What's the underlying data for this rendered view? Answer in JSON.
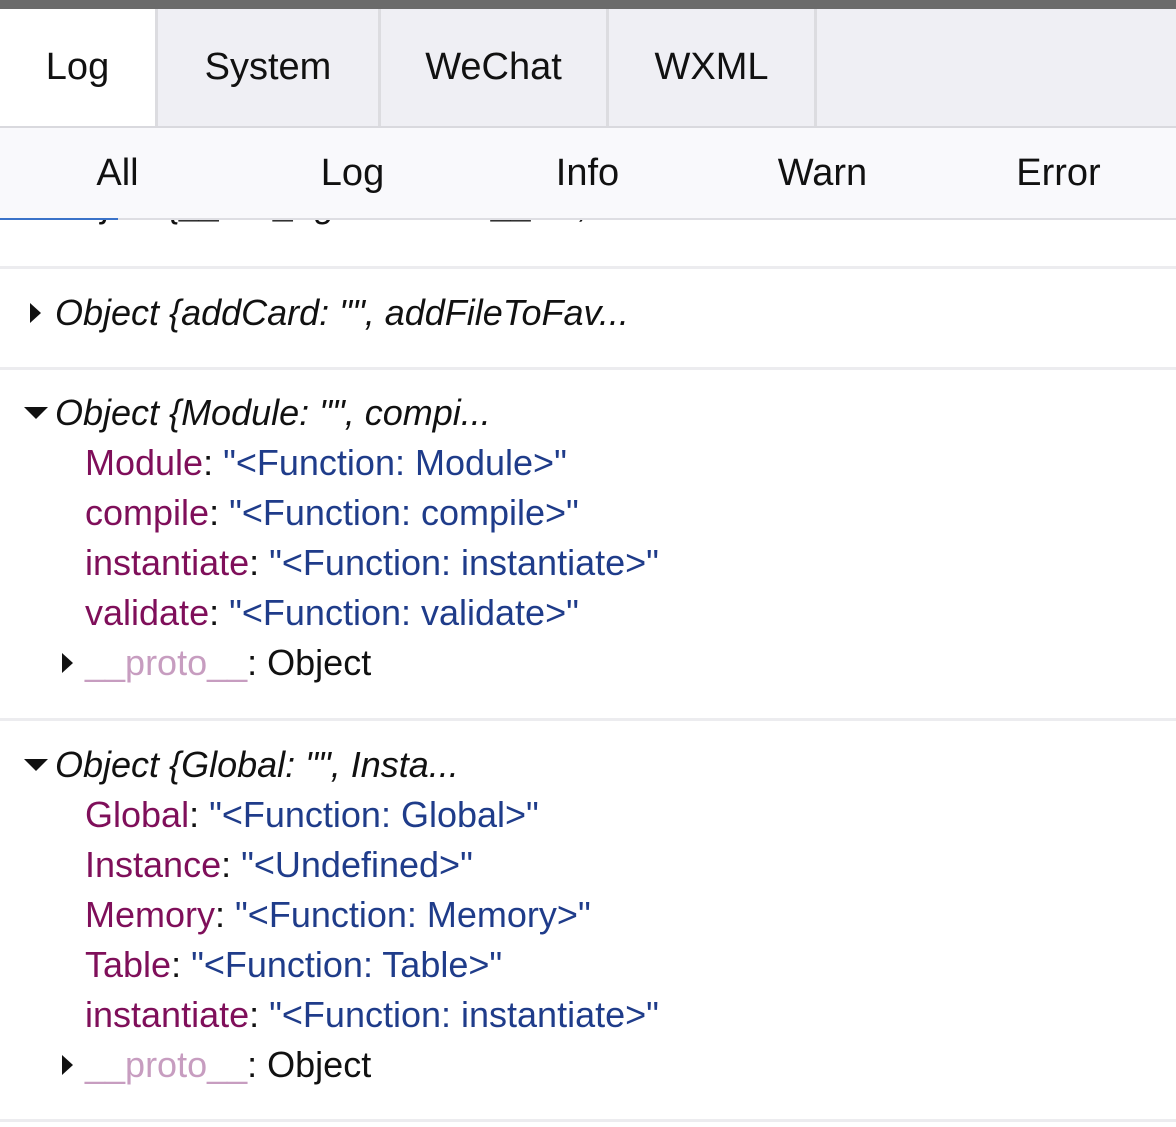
{
  "tabs": [
    {
      "label": "Log",
      "active": true
    },
    {
      "label": "System",
      "active": false
    },
    {
      "label": "WeChat",
      "active": false
    },
    {
      "label": "WXML",
      "active": false
    }
  ],
  "filters": [
    "All",
    "Log",
    "Info",
    "Warn",
    "Error"
  ],
  "log": {
    "partial_entry": "Object {__call_ageLifeTime__: \"\",...",
    "entry1": {
      "summary": "Object {addCard: \"\", addFileToFav...",
      "expanded": false
    },
    "entry2": {
      "summary": "Object {Module: \"\", compi...",
      "expanded": true,
      "props": [
        {
          "key": "Module",
          "value": "\"<Function: Module>\""
        },
        {
          "key": "compile",
          "value": "\"<Function: compile>\""
        },
        {
          "key": "instantiate",
          "value": "\"<Function: instantiate>\""
        },
        {
          "key": "validate",
          "value": "\"<Function: validate>\""
        }
      ],
      "proto_key": "__proto__",
      "proto_value": "Object"
    },
    "entry3": {
      "summary": "Object {Global: \"\", Insta...",
      "expanded": true,
      "props": [
        {
          "key": "Global",
          "value": "\"<Function: Global>\""
        },
        {
          "key": "Instance",
          "value": "\"<Undefined>\""
        },
        {
          "key": "Memory",
          "value": "\"<Function: Memory>\""
        },
        {
          "key": "Table",
          "value": "\"<Function: Table>\""
        },
        {
          "key": "instantiate",
          "value": "\"<Function: instantiate>\""
        }
      ],
      "proto_key": "__proto__",
      "proto_value": "Object"
    }
  },
  "colors": {
    "key": "#7f0f5a",
    "value": "#1f3c8a",
    "proto_key": "#c79dc0",
    "accent": "#3b73c9"
  }
}
